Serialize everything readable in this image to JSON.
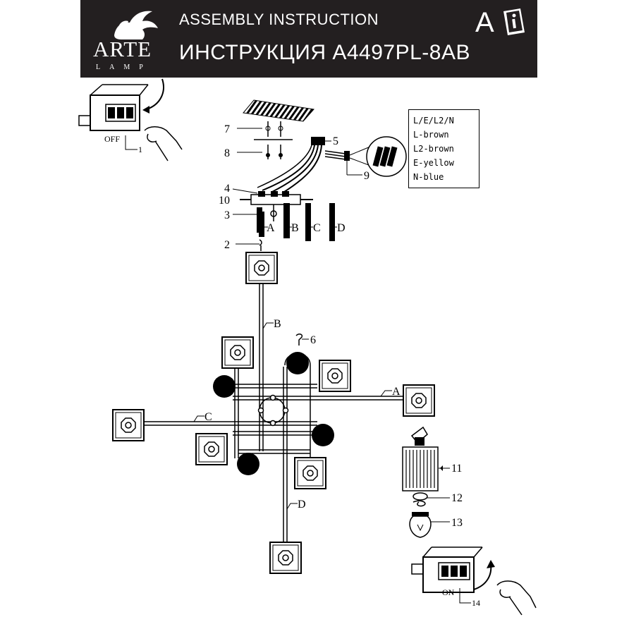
{
  "header": {
    "brand_name": "ARTE",
    "brand_sub": "LAMP",
    "title_en": "ASSEMBLY INSTRUCTION",
    "title_ru": "ИНСТРУКЦИЯ A4497PL-8AB",
    "language": "A"
  },
  "switch_off": {
    "label": "OFF",
    "step": "1"
  },
  "switch_on": {
    "label": "ON",
    "step": "14"
  },
  "legend": [
    "L/E/L2/N",
    "L-brown",
    "L2-brown",
    "E-yellow",
    "N-blue"
  ],
  "parts": {
    "p2": "2",
    "p3": "3",
    "p4": "4",
    "p5": "5",
    "p6": "6",
    "p7": "7",
    "p8": "8",
    "p9": "9",
    "p10": "10",
    "p11": "11",
    "p12": "12",
    "p13": "13"
  },
  "rods": {
    "a": "A",
    "b": "B",
    "c": "C",
    "d": "D"
  },
  "icons": [
    "griffin-logo-icon",
    "info-manual-icon",
    "hand-icon",
    "switch-icon",
    "arrow-icon",
    "bulb-icon",
    "shade-icon"
  ]
}
